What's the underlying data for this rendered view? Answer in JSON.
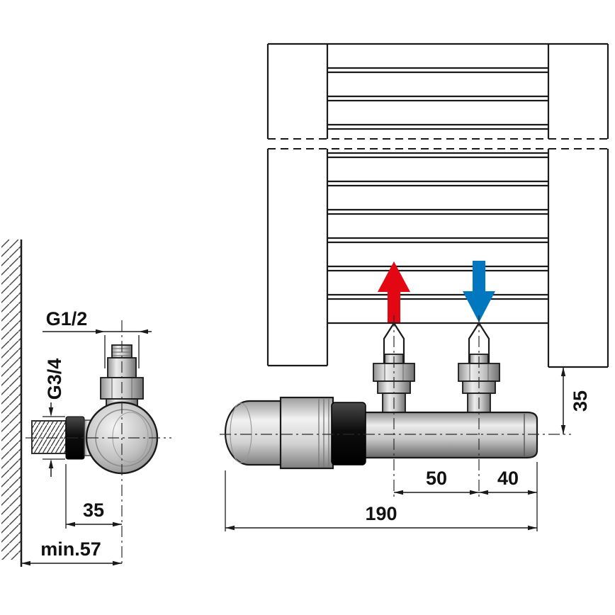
{
  "drawing": {
    "left_view": {
      "dims": {
        "thread_top": "G1/2",
        "thread_wall": "G3/4",
        "flange_to_axis": "35",
        "wall_to_axis_min": "min.57"
      }
    },
    "right_view": {
      "dims": {
        "radiator_to_axis": "35",
        "inlet_spacing": "50",
        "axis_to_end": "40",
        "total_length": "190"
      }
    },
    "flow_arrows": {
      "supply": {
        "direction": "up",
        "color": "#e30613"
      },
      "return": {
        "direction": "down",
        "color": "#0077be"
      }
    }
  }
}
